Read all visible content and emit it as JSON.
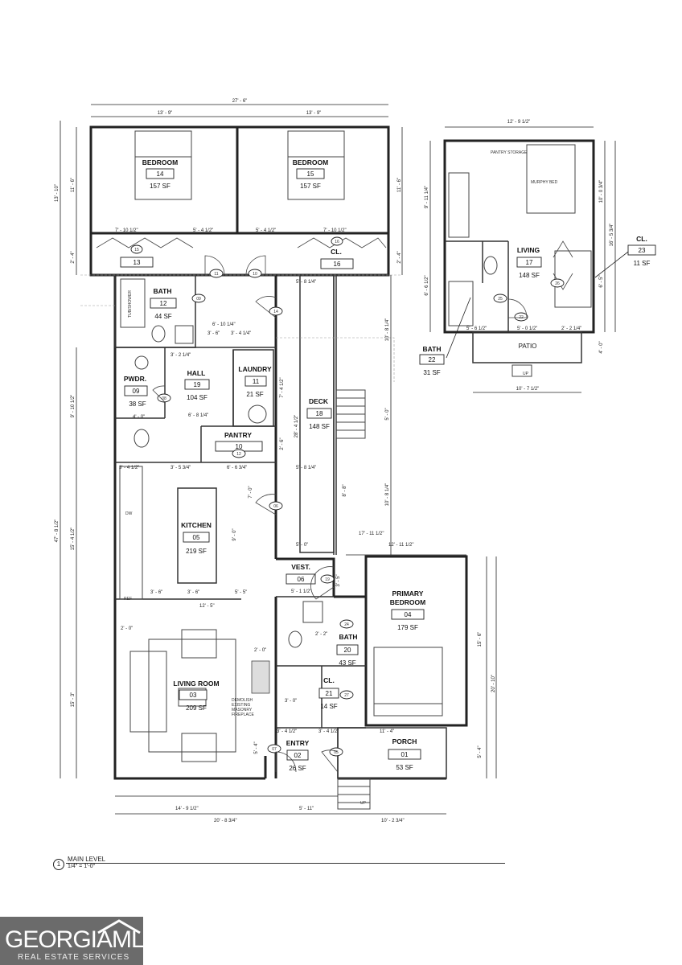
{
  "rooms": {
    "bedroom14": {
      "name": "BEDROOM",
      "num": "14",
      "area": "157 SF"
    },
    "bedroom15": {
      "name": "BEDROOM",
      "num": "15",
      "area": "157 SF"
    },
    "closet13": {
      "num": "13",
      "tag": "15"
    },
    "closet16": {
      "name": "CL.",
      "num": "16",
      "tag": "16"
    },
    "bath12": {
      "name": "BATH",
      "num": "12",
      "area": "44 SF"
    },
    "hall19": {
      "name": "HALL",
      "num": "19",
      "area": "104 SF"
    },
    "laundry11": {
      "name": "LAUNDRY",
      "num": "11",
      "area": "21 SF"
    },
    "pwdr09": {
      "name": "PWDR.",
      "num": "09",
      "area": "38 SF"
    },
    "deck18": {
      "name": "DECK",
      "num": "18",
      "area": "148 SF"
    },
    "pantry10": {
      "name": "PANTRY",
      "num": "10"
    },
    "kitchen05": {
      "name": "KITCHEN",
      "num": "05",
      "area": "219 SF"
    },
    "vest06": {
      "name": "VEST.",
      "num": "06"
    },
    "primary04": {
      "name": "PRIMARY",
      "name2": "BEDROOM",
      "num": "04",
      "area": "179 SF"
    },
    "bath20": {
      "name": "BATH",
      "num": "20",
      "area": "43 SF"
    },
    "cl21": {
      "name": "CL.",
      "num": "21",
      "area": "14 SF"
    },
    "living03": {
      "name": "LIVING ROOM",
      "num": "03",
      "area": "209 SF"
    },
    "entry02": {
      "name": "ENTRY",
      "num": "02",
      "area": "26 SF"
    },
    "porch01": {
      "name": "PORCH",
      "num": "01",
      "area": "53 SF"
    },
    "living17": {
      "name": "LIVING",
      "num": "17",
      "area": "148 SF"
    },
    "cl23": {
      "name": "CL.",
      "num": "23",
      "area": "11 SF"
    },
    "bath22": {
      "name": "BATH",
      "num": "22",
      "area": "31 SF"
    },
    "patio": {
      "name": "PATIO"
    }
  },
  "door_tags": [
    "11",
    "10",
    "09",
    "14",
    "08",
    "12",
    "06",
    "19",
    "24",
    "27",
    "07",
    "05",
    "25",
    "26",
    "22"
  ],
  "dims": {
    "overall_top": "27' - 6\"",
    "top_left": "13' - 9\"",
    "top_right": "13' - 9\"",
    "left_top": "13' - 10\"",
    "left_overall": "47' - 8 1/2\"",
    "left_bed": "11' - 6\"",
    "left_2_4": "2' - 4\"",
    "left_9_10": "9' - 10 1/2\"",
    "left_15_4": "15' - 4 1/2\"",
    "left_15_3": "15' - 3\"",
    "right_bed": "11' - 6\"",
    "right_2_4": "2' - 4\"",
    "d7_10a": "7' - 10 1/2\"",
    "d5_4a": "5' - 4 1/2\"",
    "d5_4b": "5' - 4 1/2\"",
    "d7_10b": "7' - 10 1/2\"",
    "d5_8": "5' - 8 1/4\"",
    "d6_10": "6' - 10 1/4\"",
    "d3_6": "3' - 6\"",
    "d3_4": "3' - 4 1/4\"",
    "d3_2": "3' - 2 1/4\"",
    "d4_0": "4' - 0\"",
    "d6_8": "6' - 8 1/4\"",
    "d3_4b": "3' - 4 1/2\"",
    "d3_5": "3' - 5 3/4\"",
    "d6_6": "6' - 6 3/4\"",
    "d5_8b": "5' - 8 1/4\"",
    "d17_11": "17' - 11 1/2\"",
    "d12_11": "12' - 11 1/2\"",
    "d5_0": "5' - 0\"",
    "d10_8": "10' - 8 1/4\"",
    "d10_8b": "10' - 8 1/4\"",
    "d28_4": "28' - 4 1/2\"",
    "d5_0b": "5' - 0\"",
    "d8_8": "8' - 8\"",
    "d3_6b": "3' - 6\"",
    "d3_6c": "3' - 6\"",
    "d5_5": "5' - 5\"",
    "d12_5": "12' - 5\"",
    "d2_0": "2' - 0\"",
    "d5_1": "5' - 1 1/2\"",
    "d3_5b": "3' - 5\"",
    "d2_2": "2' - 2\"",
    "d2_0b": "2' - 0\"",
    "d3_0": "3' - 0\"",
    "d3_4c": "3' - 4 1/2\"",
    "d3_4d": "3' - 4 1/2\"",
    "d11_4": "11' - 4\"",
    "d5_4": "5' - 4\"",
    "d15_6": "15' - 6\"",
    "d20_10": "20' - 10\"",
    "d5_4c": "5' - 4\"",
    "d14_9": "14' - 9 1/2\"",
    "d5_11": "5' - 11\"",
    "d20_8": "20' - 8 3/4\"",
    "d10_2": "10' - 2 3/4\"",
    "d9_0": "9' - 0\"",
    "d7_0": "7' - 0\"",
    "d2_6": "2' - 6\"",
    "d7_4": "7' - 4 1/2\"",
    "adu_top": "12' - 9 1/2\"",
    "adu_left1": "9' - 11 1/4\"",
    "adu_left2": "6' - 6 1/2\"",
    "adu_right1": "10' - 0 3/4\"",
    "adu_right2": "16' - 5 3/4\"",
    "adu_right3": "6' - 5\"",
    "adu_right4": "4' - 0\"",
    "adu_bot1": "5' - 6 1/2\"",
    "adu_bot2": "5' - 0 1/2\"",
    "adu_bot3": "2' - 2 1/4\"",
    "adu_bot4": "10' - 7 1/2\""
  },
  "notes": {
    "murphy": "MURPHY BED",
    "pantry_storage": "PANTRY STORAGE",
    "demolish": [
      "DEMOLISH",
      "EXISTING",
      "MASONRY",
      "FIREPLACE"
    ],
    "up1": "UP",
    "up2": "UP",
    "shower": "TUB/SHOWER",
    "dw": "DW",
    "ref": "REF"
  },
  "caption": {
    "num": "1",
    "title": "MAIN LEVEL",
    "scale": "1/4\" = 1'-0\""
  },
  "logo": {
    "main": "GEORGIAMLS",
    "sub": "REAL ESTATE SERVICES"
  }
}
